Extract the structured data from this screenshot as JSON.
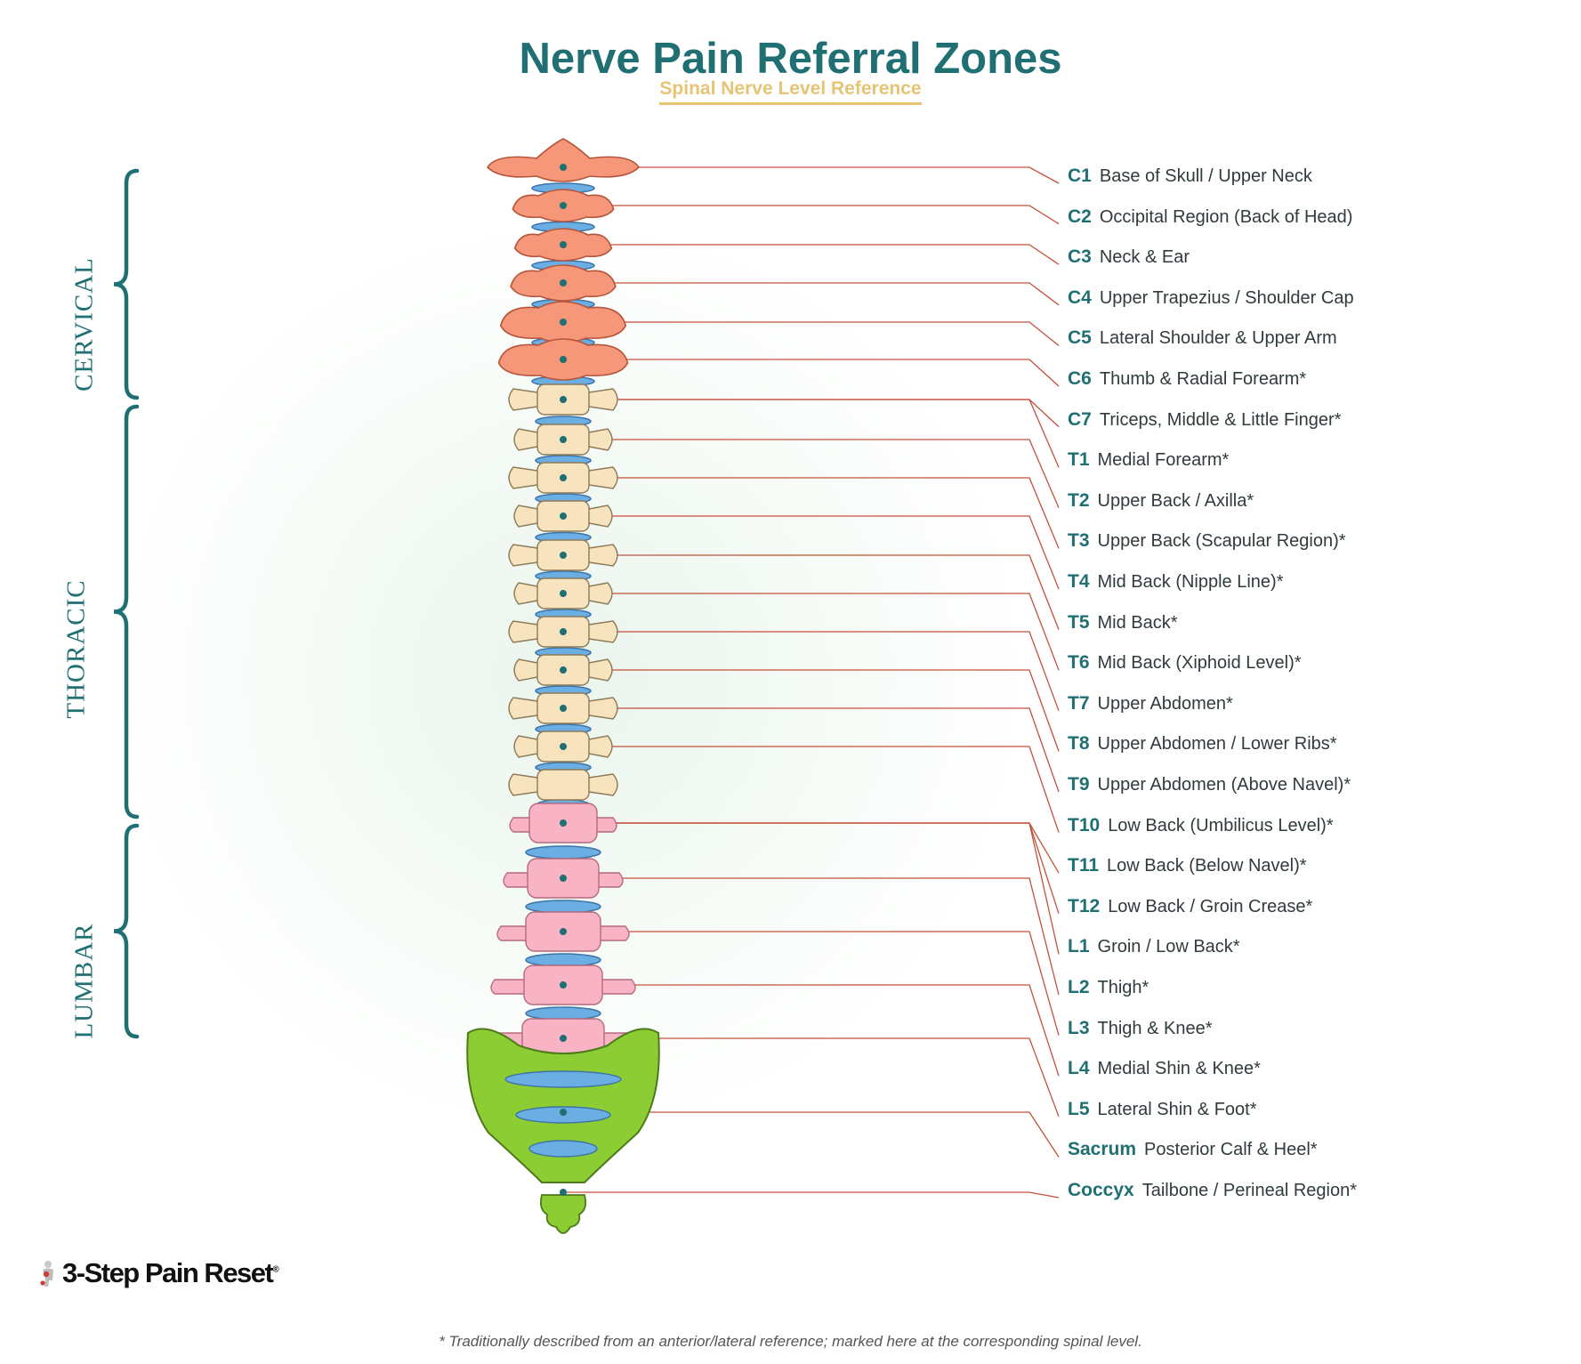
{
  "title": "Nerve Pain Referral Zones",
  "subtitle": "Spinal Nerve Level Reference",
  "colors": {
    "title": "#1f6f73",
    "subtitle": "#e6c474",
    "leader": "#c5503a",
    "cervical": "#f59778",
    "thoracic": "#f7e3bd",
    "lumbar": "#f8b4c4",
    "sacrum": "#8ccd33",
    "disc": "#6aaee3",
    "bracket": "#1f6f73"
  },
  "regions": [
    {
      "label": "CERVICAL"
    },
    {
      "label": "THORACIC"
    },
    {
      "label": "LUMBAR"
    }
  ],
  "levels": [
    {
      "code": "C1",
      "desc": "Base of Skull / Upper Neck"
    },
    {
      "code": "C2",
      "desc": "Occipital Region (Back of Head)"
    },
    {
      "code": "C3",
      "desc": "Neck & Ear"
    },
    {
      "code": "C4",
      "desc": "Upper Trapezius / Shoulder Cap"
    },
    {
      "code": "C5",
      "desc": "Lateral Shoulder & Upper Arm"
    },
    {
      "code": "C6",
      "desc": "Thumb & Radial Forearm*"
    },
    {
      "code": "C7",
      "desc": "Triceps, Middle & Little Finger*"
    },
    {
      "code": "T1",
      "desc": "Medial Forearm*"
    },
    {
      "code": "T2",
      "desc": "Upper Back / Axilla*"
    },
    {
      "code": "T3",
      "desc": "Upper Back (Scapular Region)*"
    },
    {
      "code": "T4",
      "desc": "Mid Back (Nipple Line)*"
    },
    {
      "code": "T5",
      "desc": "Mid Back*"
    },
    {
      "code": "T6",
      "desc": "Mid Back (Xiphoid Level)*"
    },
    {
      "code": "T7",
      "desc": "Upper Abdomen*"
    },
    {
      "code": "T8",
      "desc": "Upper Abdomen / Lower Ribs*"
    },
    {
      "code": "T9",
      "desc": "Upper Abdomen (Above Navel)*"
    },
    {
      "code": "T10",
      "desc": "Low Back (Umbilicus Level)*"
    },
    {
      "code": "T11",
      "desc": "Low Back (Below Navel)*"
    },
    {
      "code": "T12",
      "desc": "Low Back / Groin Crease*"
    },
    {
      "code": "L1",
      "desc": "Groin / Low Back*"
    },
    {
      "code": "L2",
      "desc": "Thigh*"
    },
    {
      "code": "L3",
      "desc": "Thigh & Knee*"
    },
    {
      "code": "L4",
      "desc": "Medial Shin & Knee*"
    },
    {
      "code": "L5",
      "desc": "Lateral Shin & Foot*"
    },
    {
      "code": "Sacrum",
      "desc": "Posterior Calf & Heel*"
    },
    {
      "code": "Coccyx",
      "desc": "Tailbone / Perineal Region*"
    }
  ],
  "logo": {
    "text": "3-Step Pain Reset",
    "mark": "®"
  },
  "footnote": "* Traditionally described from an anterior/lateral reference; marked here at the corresponding spinal level."
}
